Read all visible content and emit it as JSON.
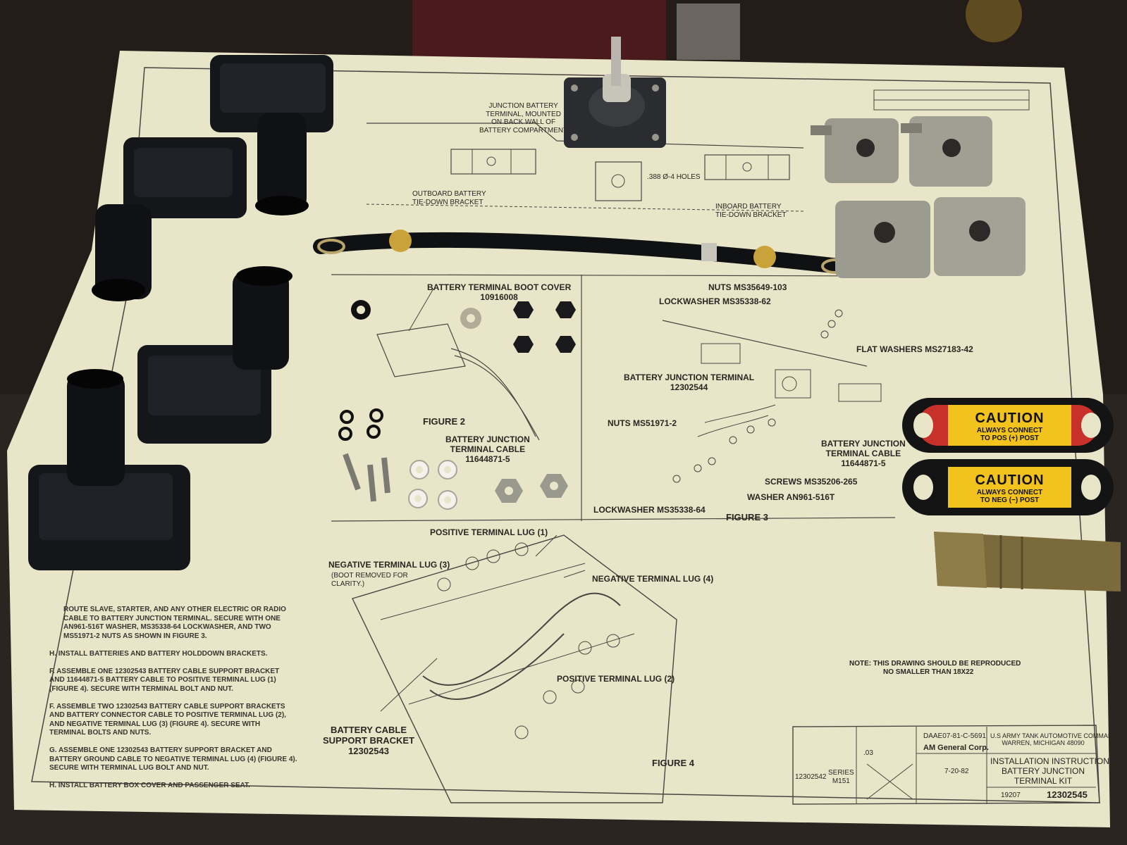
{
  "drawing": {
    "figure2_label": "FIGURE 2",
    "figure3_label": "FIGURE 3",
    "figure4_label": "FIGURE 4",
    "junction_mounted_note": [
      "JUNCTION BATTERY",
      "TERMINAL, MOUNTED",
      "ON BACK WALL OF",
      "BATTERY COMPARTMENT"
    ],
    "outboard_bracket": [
      "OUTBOARD BATTERY",
      "TIE-DOWN BRACKET"
    ],
    "inboard_bracket": [
      "INBOARD BATTERY",
      "TIE-DOWN BRACKET"
    ],
    "holes_note": ".388 Ø-4 HOLES",
    "boot_cover": [
      "BATTERY TERMINAL BOOT COVER",
      "10916008"
    ],
    "junction_cable_fig2": [
      "BATTERY JUNCTION",
      "TERMINAL CABLE",
      "11644871-5"
    ],
    "nuts_103": "NUTS MS35649-103",
    "lockwasher_62": "LOCKWASHER MS35338-62",
    "flat_washers": "FLAT WASHERS MS27183-42",
    "junction_terminal": [
      "BATTERY JUNCTION TERMINAL",
      "12302544"
    ],
    "nuts_51971": "NUTS MS51971-2",
    "junction_cable_fig3": [
      "BATTERY JUNCTION",
      "TERMINAL CABLE",
      "11644871-5"
    ],
    "screws": "SCREWS MS35206-265",
    "washer_an": "WASHER AN961-516T",
    "lockwasher_64": "LOCKWASHER MS35338-64",
    "pos_lug_1": "POSITIVE TERMINAL LUG (1)",
    "neg_lug_3": "NEGATIVE TERMINAL LUG (3)",
    "boot_removed": [
      "(BOOT REMOVED FOR",
      "CLARITY.)"
    ],
    "neg_lug_4": "NEGATIVE TERMINAL LUG (4)",
    "pos_lug_2": "POSITIVE TERMINAL LUG (2)",
    "support_bracket": [
      "BATTERY CABLE",
      "SUPPORT BRACKET",
      "12302543"
    ],
    "note": [
      "NOTE:   THIS DRAWING SHOULD BE REPRODUCED",
      "NO SMALLER THAN  18X22"
    ],
    "instructions": [
      "ROUTE SLAVE, STARTER, AND ANY OTHER ELECTRIC OR RADIO",
      "CABLE TO BATTERY JUNCTION TERMINAL. SECURE WITH ONE",
      "AN961-516T WASHER, MS35338-64 LOCKWASHER, AND TWO",
      "MS51971-2 NUTS AS SHOWN IN FIGURE 3.",
      "",
      "H. INSTALL BATTERIES AND BATTERY HOLDDOWN BRACKETS.",
      "",
      "F. ASSEMBLE ONE 12302543 BATTERY CABLE SUPPORT BRACKET",
      "AND 11644871-5 BATTERY CABLE TO POSITIVE TERMINAL LUG (1)",
      "(FIGURE 4). SECURE WITH TERMINAL BOLT AND NUT.",
      "",
      "F. ASSEMBLE TWO 12302543 BATTERY CABLE SUPPORT BRACKETS",
      "AND BATTERY CONNECTOR CABLE TO POSITIVE TERMINAL LUG (2),",
      "AND NEGATIVE TERMINAL LUG (3) (FIGURE 4). SECURE WITH",
      "TERMINAL BOLTS AND NUTS.",
      "",
      "G. ASSEMBLE ONE 12302543 BATTERY SUPPORT BRACKET AND",
      "BATTERY GROUND CABLE TO NEGATIVE TERMINAL LUG (4) (FIGURE 4).",
      "SECURE WITH TERMINAL LUG BOLT AND NUT.",
      "",
      "H. INSTALL BATTERY BOX COVER AND PASSENGER SEAT."
    ]
  },
  "title_block": {
    "contract": "DAAE07-81-C-5691",
    "company": "AM General Corp.",
    "command": [
      "U.S ARMY TANK AUTOMOTIVE COMMAND",
      "WARREN, MICHIGAN 48090"
    ],
    "title": [
      "INSTALLATION INSTRUCTIONS",
      "BATTERY JUNCTION",
      "TERMINAL KIT"
    ],
    "cage": "19207",
    "part_no": "12302545",
    "series": [
      "SERIES",
      "M151"
    ],
    "assy": "12302542",
    "date": "7-20-82",
    "tolerance": ".03"
  },
  "tags": [
    {
      "word": "CAUTION",
      "line1": "ALWAYS CONNECT",
      "line2": "TO POS (+) POST",
      "band": "#c8302a"
    },
    {
      "word": "CAUTION",
      "line1": "ALWAYS CONNECT",
      "line2": "TO NEG (−) POST",
      "band": "#1c1c1c"
    }
  ],
  "colors": {
    "paper": "#e9e5c9",
    "line": "#4a4540",
    "boot": "#15161a",
    "tag_yellow": "#f2c31c",
    "brass": "#7a6a3c",
    "metal": "#9b9a8c"
  }
}
